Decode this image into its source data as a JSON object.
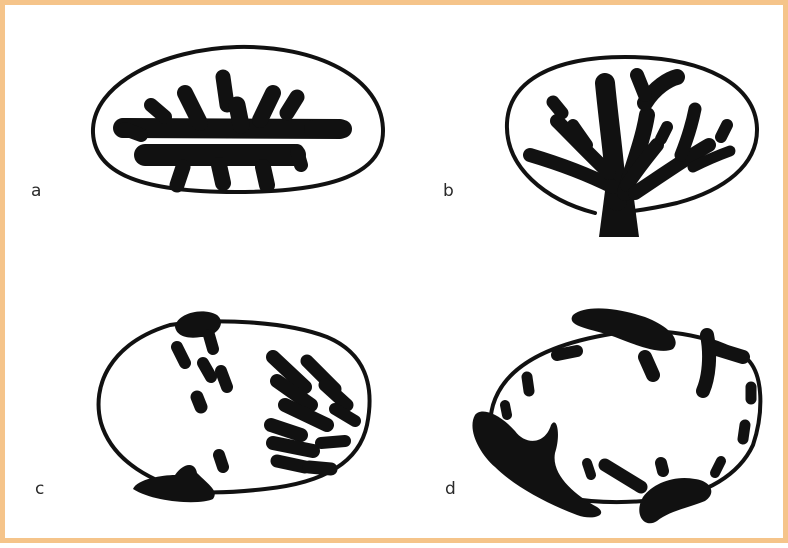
{
  "figure": {
    "border_color": "#f5c48a",
    "ink_color": "#111111",
    "panels": [
      {
        "id": "a",
        "label": "a"
      },
      {
        "id": "b",
        "label": "b"
      },
      {
        "id": "c",
        "label": "c"
      },
      {
        "id": "d",
        "label": "d"
      }
    ]
  }
}
